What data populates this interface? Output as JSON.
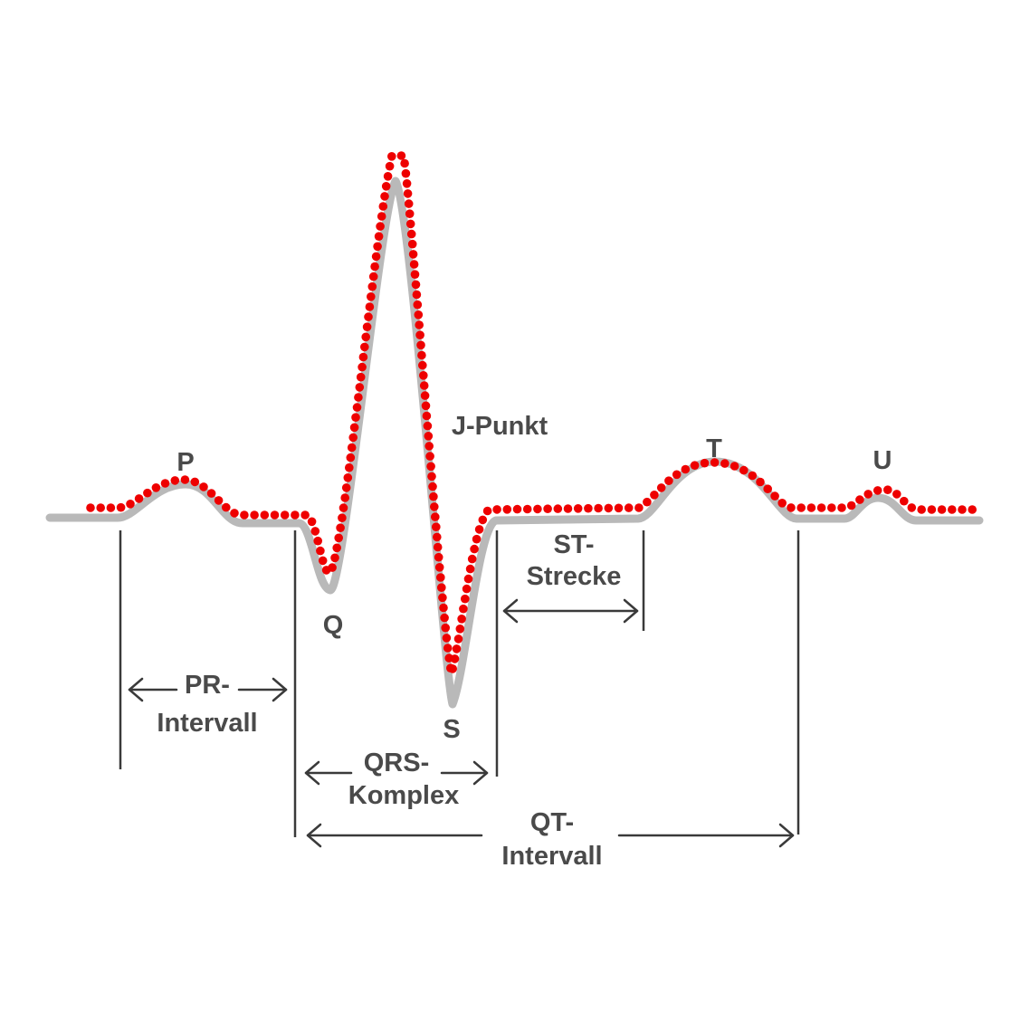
{
  "colors": {
    "trace": "#b9b9b9",
    "dots": "#ee0000",
    "text": "#4a4a4a",
    "lines": "#3a3a3a",
    "background": "#ffffff"
  },
  "waves": {
    "p": "P",
    "q": "Q",
    "s": "S",
    "t": "T",
    "u": "U",
    "j_point": "J-Punkt"
  },
  "intervals": {
    "pr": [
      "PR-",
      "Intervall"
    ],
    "qrs": [
      "QRS-",
      "Komplex"
    ],
    "st": [
      "ST-",
      "Strecke"
    ],
    "qt": [
      "QT-",
      "Intervall"
    ]
  }
}
